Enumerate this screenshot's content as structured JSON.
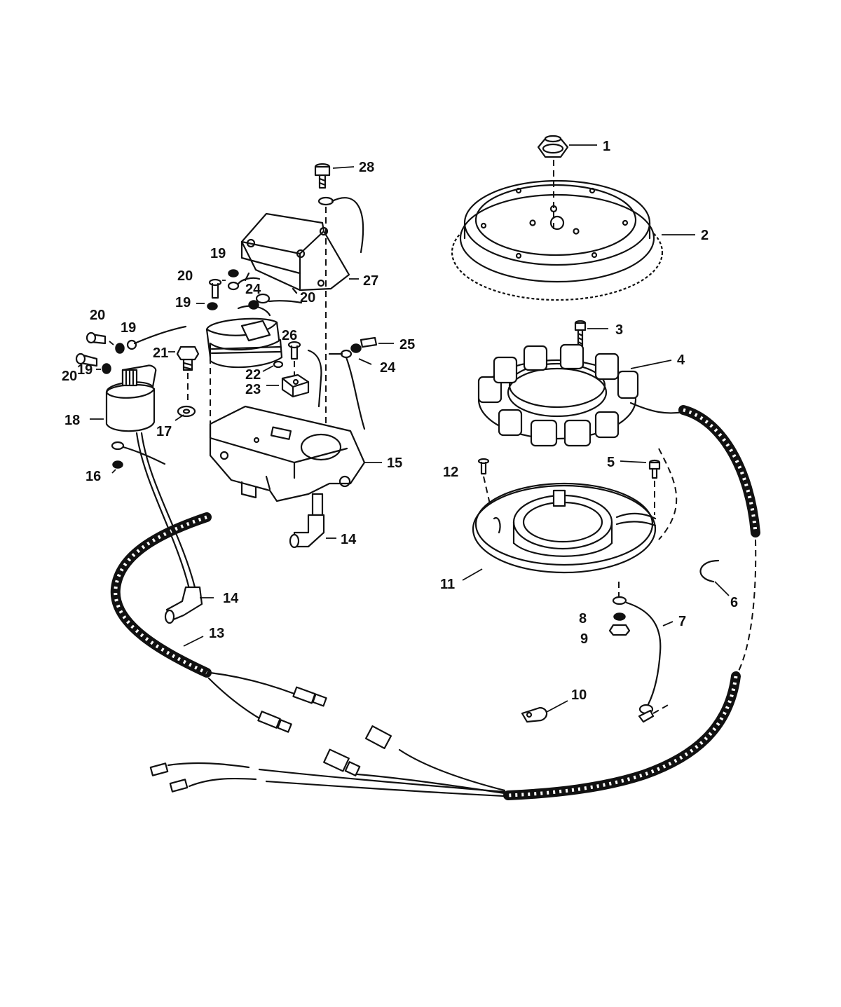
{
  "callouts": [
    {
      "id": "c1",
      "text": "1"
    },
    {
      "id": "c2",
      "text": "2"
    },
    {
      "id": "c3",
      "text": "3"
    },
    {
      "id": "c4",
      "text": "4"
    },
    {
      "id": "c5",
      "text": "5"
    },
    {
      "id": "c6",
      "text": "6"
    },
    {
      "id": "c7",
      "text": "7"
    },
    {
      "id": "c8",
      "text": "8"
    },
    {
      "id": "c9",
      "text": "9"
    },
    {
      "id": "c10",
      "text": "10"
    },
    {
      "id": "c11",
      "text": "11"
    },
    {
      "id": "c12",
      "text": "12"
    },
    {
      "id": "c13",
      "text": "13"
    },
    {
      "id": "c14a",
      "text": "14"
    },
    {
      "id": "c14b",
      "text": "14"
    },
    {
      "id": "c15",
      "text": "15"
    },
    {
      "id": "c16",
      "text": "16"
    },
    {
      "id": "c17",
      "text": "17"
    },
    {
      "id": "c18",
      "text": "18"
    },
    {
      "id": "c19a",
      "text": "19"
    },
    {
      "id": "c19b",
      "text": "19"
    },
    {
      "id": "c19c",
      "text": "19"
    },
    {
      "id": "c19d",
      "text": "19"
    },
    {
      "id": "c20a",
      "text": "20"
    },
    {
      "id": "c20b",
      "text": "20"
    },
    {
      "id": "c20c",
      "text": "20"
    },
    {
      "id": "c20d",
      "text": "20"
    },
    {
      "id": "c21",
      "text": "21"
    },
    {
      "id": "c22",
      "text": "22"
    },
    {
      "id": "c23",
      "text": "23"
    },
    {
      "id": "c24a",
      "text": "24"
    },
    {
      "id": "c24b",
      "text": "24"
    },
    {
      "id": "c25",
      "text": "25"
    },
    {
      "id": "c26",
      "text": "26"
    },
    {
      "id": "c27",
      "text": "27"
    },
    {
      "id": "c28",
      "text": "28"
    }
  ]
}
